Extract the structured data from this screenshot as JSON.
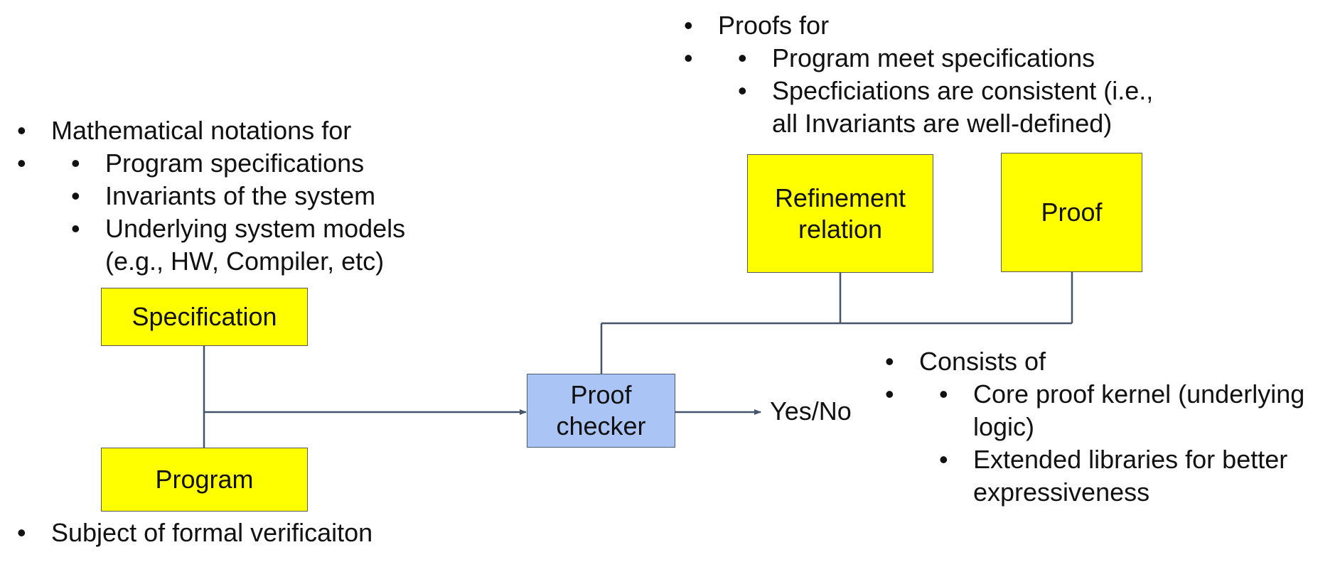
{
  "colors": {
    "box_yellow": "#ffff00",
    "box_blue": "#a9c4f5",
    "connector": "#44546a"
  },
  "notes": {
    "math": {
      "heading": "Mathematical notations for",
      "items": [
        "Program specifications",
        "Invariants of the system",
        "Underlying system models",
        "(e.g., HW, Compiler, etc)"
      ]
    },
    "subject": "Subject of formal verificaiton",
    "proofs": {
      "heading": "Proofs for",
      "items": [
        "Program meet specifications",
        "Specficiations are consistent (i.e.,",
        "all Invariants are well-defined)"
      ]
    },
    "consists": {
      "heading": "Consists of",
      "items": [
        "Core proof kernel (underlying",
        "logic)",
        "Extended libraries for better",
        "expressiveness"
      ]
    }
  },
  "boxes": {
    "specification": "Specification",
    "program": "Program",
    "proof_checker_line1": "Proof",
    "proof_checker_line2": "checker",
    "refinement_line1": "Refinement",
    "refinement_line2": "relation",
    "proof": "Proof"
  },
  "output_label": "Yes/No"
}
